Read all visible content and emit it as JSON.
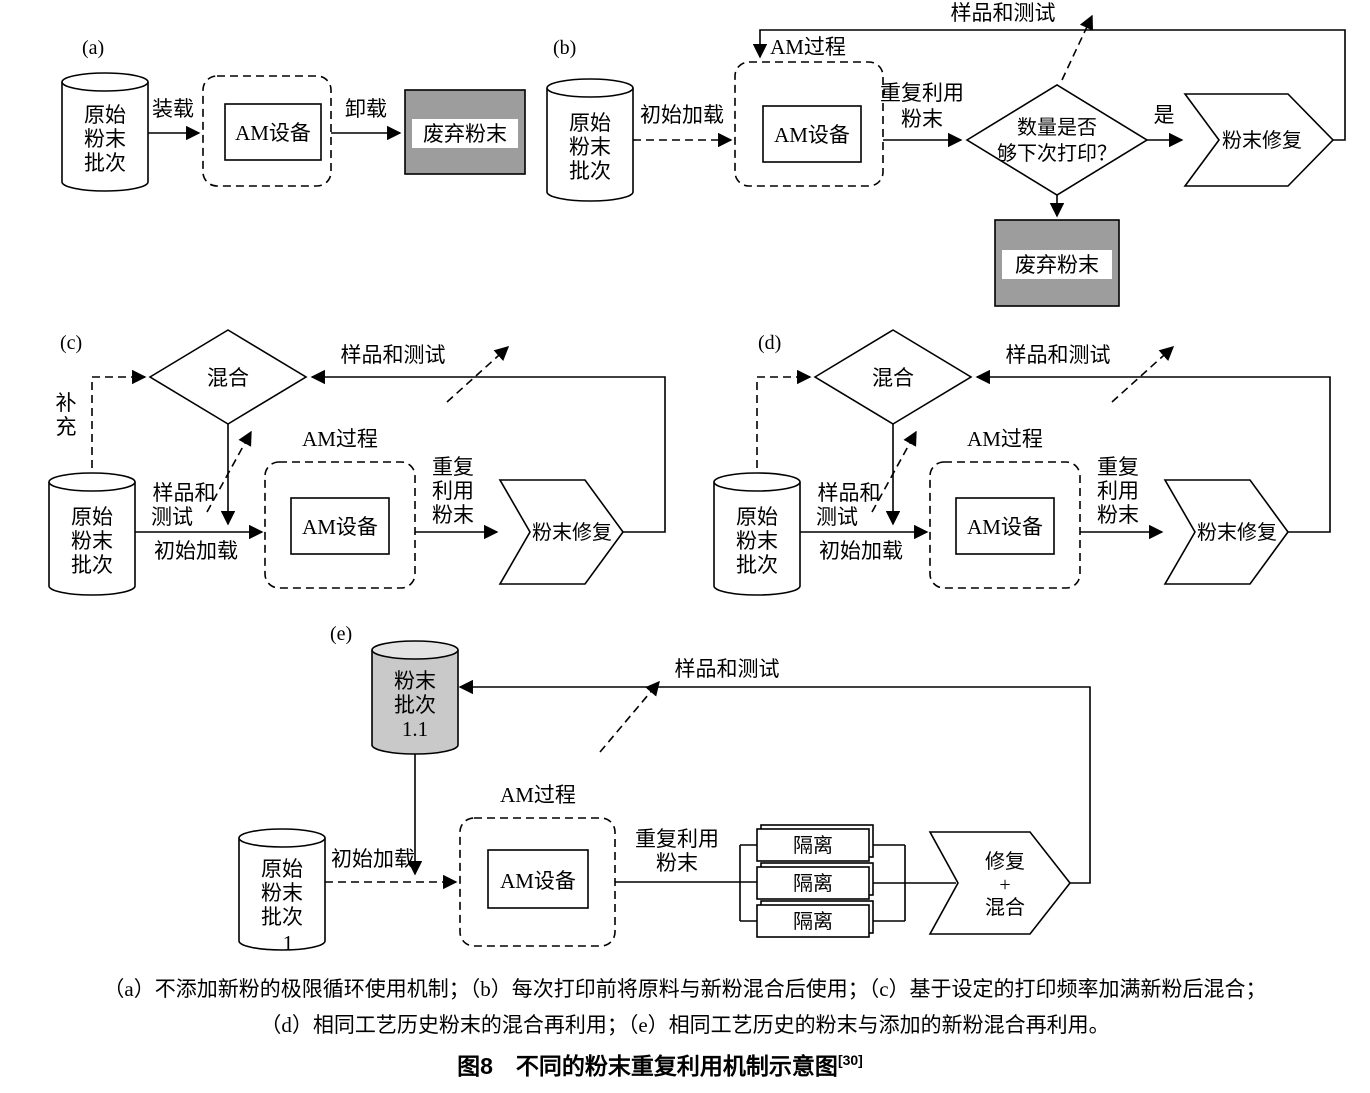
{
  "colors": {
    "waste_box_gray": "#9d9d9d",
    "batch_cylinder_gray": "#c9c9c9",
    "batch_cylinder_lid": "#e3e3e3"
  },
  "panel_a": {
    "label": "(a)",
    "cylinder_lines": [
      "原始",
      "粉末",
      "批次"
    ],
    "load_label": "装载",
    "am_device": "AM设备",
    "unload_label": "卸载",
    "waste_label": "废弃粉末"
  },
  "panel_b": {
    "label": "(b)",
    "cylinder_lines": [
      "原始",
      "粉末",
      "批次"
    ],
    "initial_load_label": "初始加载",
    "am_process": "AM过程",
    "am_device": "AM设备",
    "reuse_lines": [
      "重复利用",
      "粉末"
    ],
    "decision_lines": [
      "数量是否",
      "够下次打印？"
    ],
    "sample_test_label": "样品和测试",
    "yes_label": "是",
    "repair_label": "粉末修复",
    "waste_label": "废弃粉末"
  },
  "panel_c": {
    "label": "(c)",
    "mix_label": "混合",
    "replenish_lines": [
      "补",
      "充"
    ],
    "cylinder_lines": [
      "原始",
      "粉末",
      "批次"
    ],
    "sample_test_small_lines": [
      "样品和",
      "测试"
    ],
    "initial_load_label": "初始加载",
    "am_process": "AM过程",
    "am_device": "AM设备",
    "reuse_lines": [
      "重复",
      "利用",
      "粉末"
    ],
    "repair_label": "粉末修复",
    "sample_test_label": "样品和测试"
  },
  "panel_d": {
    "label": "(d)",
    "mix_label": "混合",
    "cylinder_lines": [
      "原始",
      "粉末",
      "批次"
    ],
    "sample_test_small_lines": [
      "样品和",
      "测试"
    ],
    "initial_load_label": "初始加载",
    "am_process": "AM过程",
    "am_device": "AM设备",
    "reuse_lines": [
      "重复",
      "利用",
      "粉末"
    ],
    "repair_label": "粉末修复",
    "sample_test_label": "样品和测试"
  },
  "panel_e": {
    "label": "(e)",
    "batch11_lines": [
      "粉末",
      "批次",
      "1.1"
    ],
    "sample_test_label": "样品和测试",
    "cylinder_lines": [
      "原始",
      "粉末",
      "批次"
    ],
    "cylinder_number": "1",
    "initial_load_label": "初始加载",
    "am_process": "AM过程",
    "am_device": "AM设备",
    "reuse_lines": [
      "重复利用",
      "粉末"
    ],
    "isolation_labels": [
      "隔离",
      "隔离",
      "隔离"
    ],
    "repair_mix_lines": [
      "修复",
      "+",
      "混合"
    ]
  },
  "figure": {
    "caption_line1": "（a）不添加新粉的极限循环使用机制；（b）每次打印前将原料与新粉混合后使用；（c）基于设定的打印频率加满新粉后混合；",
    "caption_line2": "（d）相同工艺历史粉末的混合再利用；（e）相同工艺历史的粉末与添加的新粉混合再利用。",
    "title": "图8　不同的粉末重复利用机制示意图",
    "title_ref": "[30]"
  }
}
